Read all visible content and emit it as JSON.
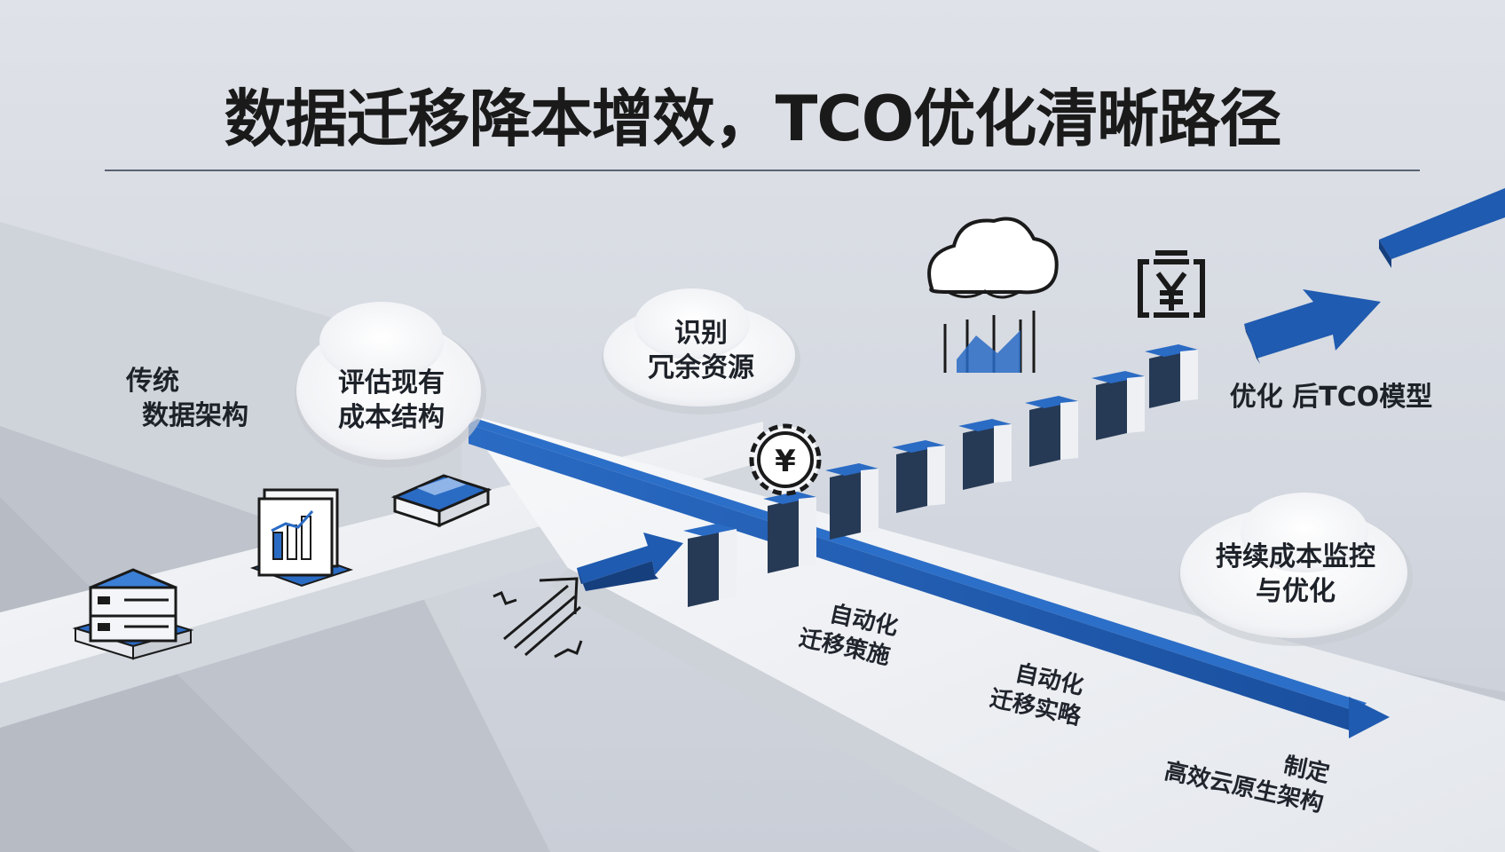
{
  "title": "数据迁移降本增效，TCO优化清晰路径",
  "labels": {
    "traditional": [
      "传统",
      "数据架构"
    ],
    "assess": [
      "评估现有",
      "成本结构"
    ],
    "identify": [
      "识别",
      "冗余资源"
    ],
    "optimized": "优化 后TCO模型",
    "monitor": [
      "持续成本监控",
      "与优化"
    ],
    "strategy": [
      "自动化",
      "迁移策施"
    ],
    "implement": [
      "自动化",
      "迁移实略"
    ],
    "define": [
      "制定",
      "高效云原生架构"
    ]
  },
  "icons": {
    "server": "server-stack-icon",
    "dashboard": "bar-chart-monitor-icon",
    "storage": "storage-drive-icon",
    "rising": "rising-arrow-icon",
    "cost_gear": "yen-gear-icon",
    "cloud": "cloud-gear-icon",
    "currency": "yen-bracket-icon",
    "yen_symbol": "¥"
  },
  "colors": {
    "accent": "#1f5bb0",
    "step_dark": "#263a55",
    "road": "#f1f2f5",
    "text": "#1a1a1a"
  }
}
